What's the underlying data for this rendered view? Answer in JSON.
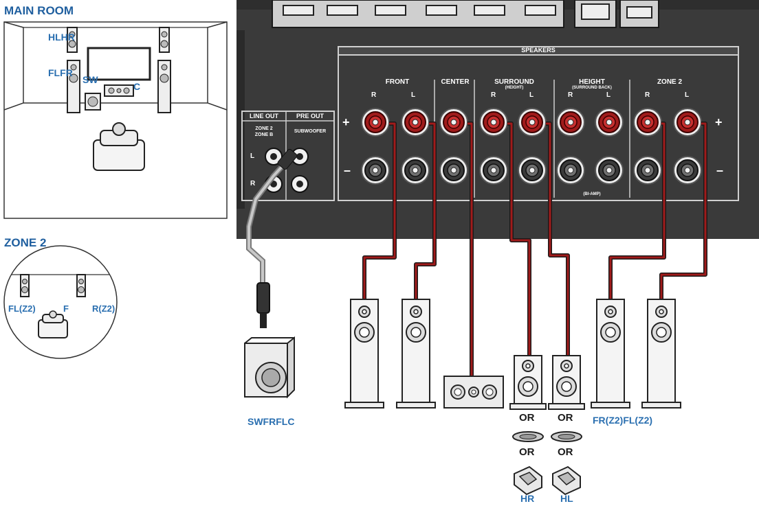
{
  "main_room": {
    "title": "MAIN ROOM",
    "labels": {
      "hlhr": "HLHR",
      "flfr": "FLFR",
      "sw": "SW",
      "c": "C"
    }
  },
  "zone2": {
    "title": "ZONE 2",
    "labels": {
      "fl": "FL(Z2)",
      "f": "F",
      "r": "R(Z2)"
    }
  },
  "panel": {
    "speakers": "SPEAKERS",
    "front": "FRONT",
    "center": "CENTER",
    "surround": "SURROUND",
    "surround_sub": "(HEIGHT)",
    "height": "HEIGHT",
    "height_sub": "(SURROUND BACK)",
    "zone2": "ZONE 2",
    "r": "R",
    "l": "L",
    "line_out": "LINE OUT",
    "pre_out": "PRE OUT",
    "zone2_b_1": "ZONE 2",
    "zone2_b_2": "ZONE B",
    "subwoofer": "SUBWOOFER",
    "bi_amp": "(BI-AMP)",
    "plus": "+",
    "minus": "–"
  },
  "bottom": {
    "swfrflc": "SWFRFLC",
    "or": "OR",
    "hr": "HR",
    "hl": "HL",
    "frfl_z2": "FR(Z2)FL(Z2)"
  },
  "colors": {
    "panel": "#3a3a3a",
    "terminal_red": "#a01b1b",
    "label_blue": "#2a6fb0"
  }
}
